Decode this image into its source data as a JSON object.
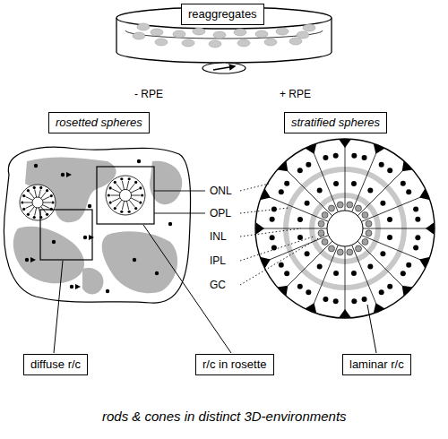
{
  "diagram": {
    "caption": "rods & cones in distinct 3D-environments",
    "nodes": [
      {
        "text": [
          "reaggregates"
        ]
      },
      {
        "text": [
          "rosetted spheres"
        ]
      },
      {
        "text": [
          "stratified spheres"
        ]
      },
      {
        "text": [
          "diffuse r/c"
        ]
      },
      {
        "text": [
          "r/c in rosette"
        ]
      },
      {
        "text": [
          "laminar r/c"
        ]
      }
    ],
    "labels": [
      "- RPE",
      "+ RPE",
      "ONL",
      "OPL",
      "INL",
      "IPL",
      "GC"
    ]
  }
}
